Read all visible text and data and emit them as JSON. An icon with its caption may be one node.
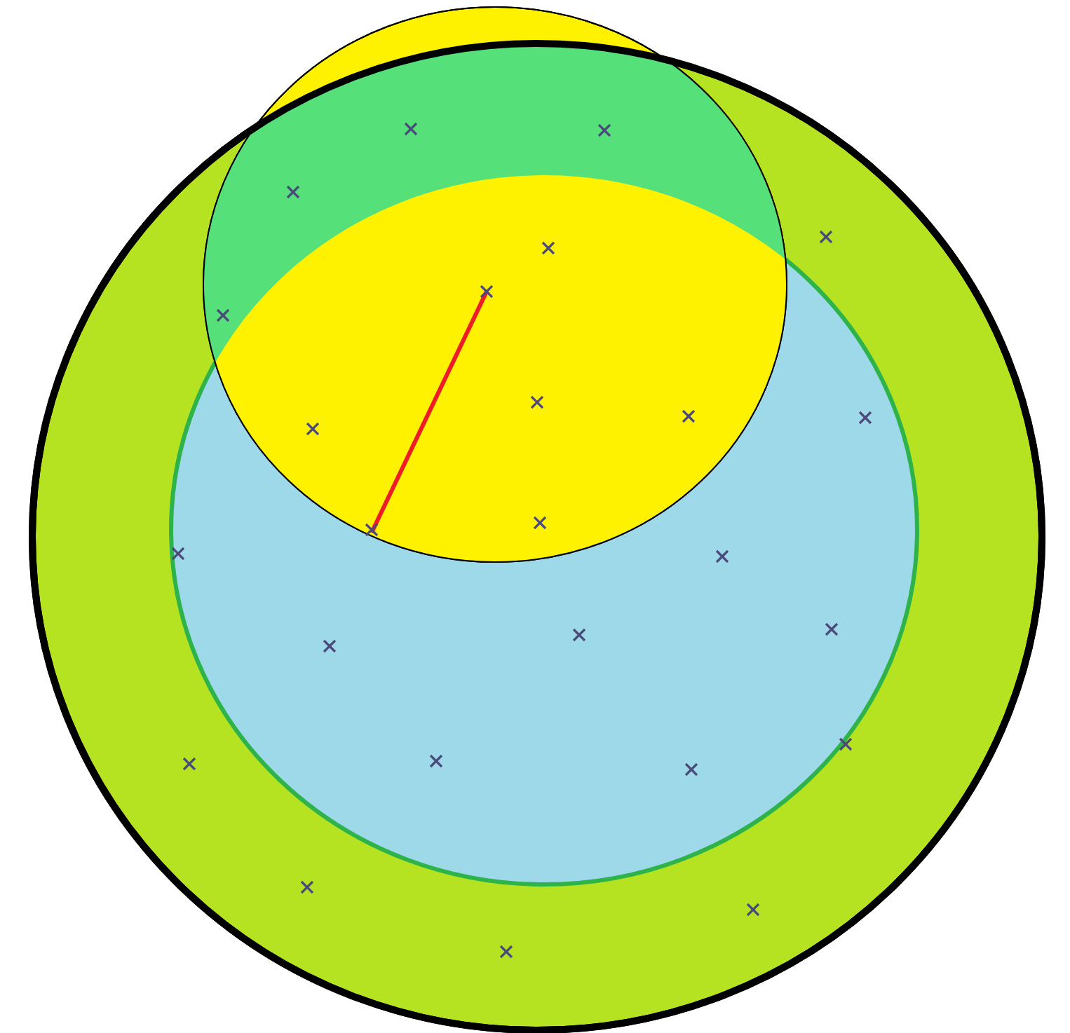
{
  "diagram": {
    "nodes": [
      {
        "text": [],
        "shape": "circle"
      },
      {
        "text": [],
        "shape": "circle",
        "in": 0
      },
      {
        "text": [],
        "shape": "circle"
      }
    ]
  }
}
